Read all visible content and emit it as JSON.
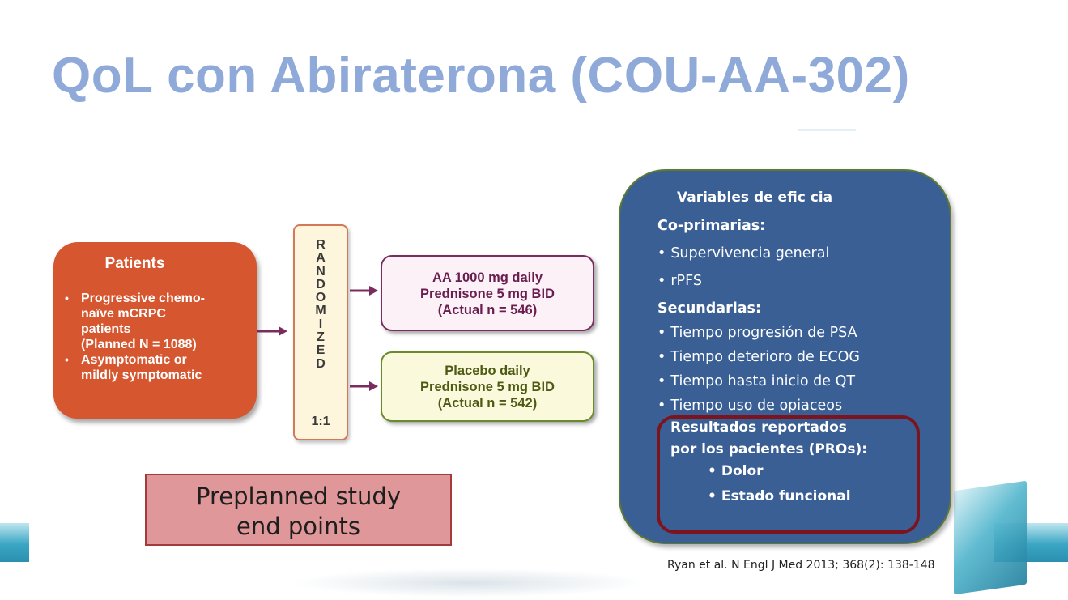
{
  "title": "QoL con Abiraterona (COU-AA-302)",
  "patients": {
    "heading": "Patients",
    "bullets": [
      "Progressive chemo-\nnaïve mCRPC\npatients\n(Planned N = 1088)",
      "Asymptomatic    or\nmildly symptomatic"
    ]
  },
  "randomized": {
    "letters": [
      "R",
      "A",
      "N",
      "D",
      "O",
      "M",
      "I",
      "Z",
      "E",
      "D"
    ],
    "ratio": "1:1"
  },
  "arms": {
    "aa": {
      "line1": "AA 1000 mg daily",
      "line2": "Prednisone 5 mg BID",
      "line3": "(Actual n = 546)"
    },
    "placebo": {
      "line1": "Placebo daily",
      "line2": "Prednisone 5 mg BID",
      "line3": "(Actual n = 542)"
    }
  },
  "preplanned": {
    "line1": "Preplanned study",
    "line2": "end points"
  },
  "efficacy": {
    "title": "Variables de efic  cia",
    "coprimary_header": "Co-primarias:",
    "coprimary_items": [
      "Supervivencia general",
      "rPFS"
    ],
    "secondary_header": "Secundarias:",
    "secondary_items": [
      "Tiempo progresión de PSA",
      "Tiempo deterioro de ECOG",
      "Tiempo hasta inicio de QT",
      "Tiempo uso de opiaceos"
    ],
    "pro_header": "Resultados reportados\npor los pacientes (PROs):",
    "pro_items": [
      "Dolor",
      "Estado funcional"
    ]
  },
  "citation": "Ryan et al. N Engl J Med 2013; 368(2): 138-148",
  "colors": {
    "title": "#8fa9d8",
    "patients_box": "#d5562f",
    "efficacy_panel": "#3a5f94",
    "pro_border": "#7c1420",
    "arrow": "#7a2c5f",
    "preplanned_box": "#df9799"
  },
  "icons": {
    "bullet": "•",
    "arrow": "arrow-right-icon"
  }
}
